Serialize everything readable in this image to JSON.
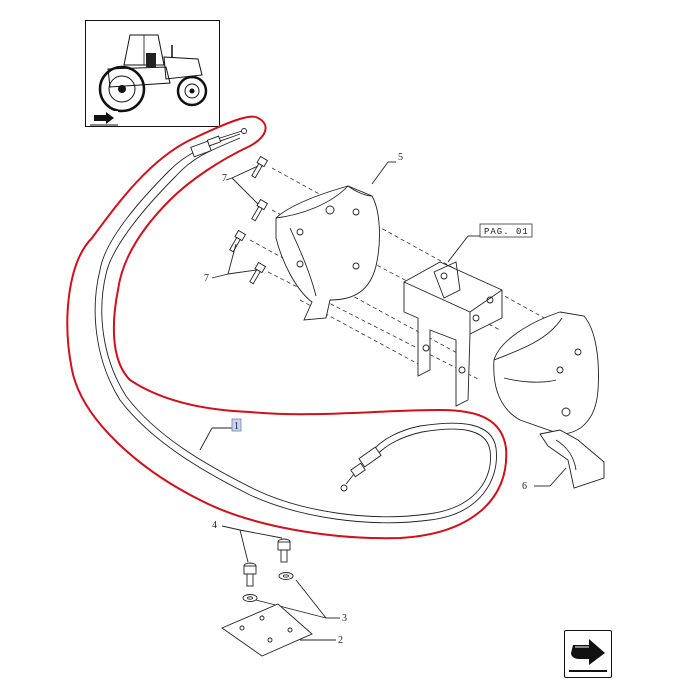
{
  "diagram": {
    "thumbnail_icon": "tractor-thumbnail-icon",
    "small_nav_icon": "arrow-hand-icon",
    "nav_icon": "next-page-arrow-icon",
    "highlight_color": "#d0101a",
    "page_ref": "PAG. 01",
    "callouts": {
      "c1": "1",
      "c2": "2",
      "c3": "3",
      "c4": "4",
      "c5": "5",
      "c6": "6",
      "c7a": "7",
      "c7b": "7"
    }
  }
}
